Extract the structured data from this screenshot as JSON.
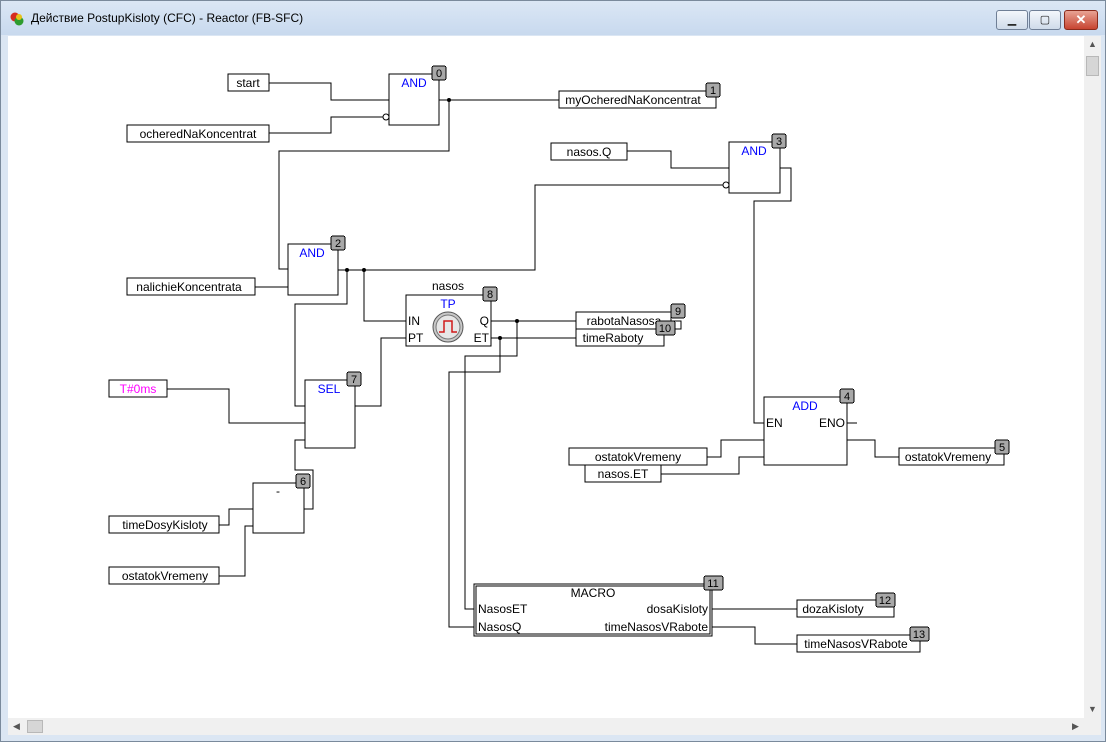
{
  "window": {
    "title": "Действие PostupKisloty (CFC) - Reactor (FB-SFC)",
    "buttons": {
      "minimize": "▁",
      "maximize": "▢",
      "close": "✕"
    }
  },
  "colors": {
    "blockTitle": "#0000ff",
    "constant": "#ff00ff",
    "wire": "#000000",
    "badge": "#a0a0a0"
  },
  "diagram": {
    "inputs": {
      "start": "start",
      "ocheredNaKoncentrat": "ocheredNaKoncentrat",
      "nalichieKoncentrata": "nalichieKoncentrata",
      "nasosQ": "nasos.Q",
      "t0ms": "T#0ms",
      "timeDosyKisloty": "timeDosyKisloty",
      "ostatokVremeny": "ostatokVremeny",
      "ostatokVremeny2": "ostatokVremeny",
      "nasosET": "nasos.ET"
    },
    "outputs": {
      "myOcheredNaKoncentrat": "myOcheredNaKoncentrat",
      "rabotaNasosa": "rabotaNasosa",
      "timeRaboty": "timeRaboty",
      "ostatokVremeny": "ostatokVremeny",
      "dozaKisloty": "dozaKisloty",
      "timeNasosVRabote": "timeNasosVRabote"
    },
    "blocks": {
      "and0": {
        "title": "AND",
        "order": "0"
      },
      "and3": {
        "title": "AND",
        "order": "3"
      },
      "and2": {
        "title": "AND",
        "order": "2"
      },
      "tp": {
        "instance": "nasos",
        "title": "TP",
        "order": "8",
        "in": "IN",
        "pt": "PT",
        "q": "Q",
        "et": "ET"
      },
      "sel": {
        "title": "SEL",
        "order": "7"
      },
      "add": {
        "title": "ADD",
        "order": "4",
        "en": "EN",
        "eno": "ENO"
      },
      "sub": {
        "title": "-",
        "order": "6"
      },
      "macro": {
        "title": "MACRO",
        "order": "11",
        "in1": "NasosET",
        "in2": "NasosQ",
        "out1": "dosaKisloty",
        "out2": "timeNasosVRabote"
      }
    },
    "orders": {
      "o1": "1",
      "o5": "5",
      "o9": "9",
      "o10": "10",
      "o12": "12",
      "o13": "13"
    }
  }
}
